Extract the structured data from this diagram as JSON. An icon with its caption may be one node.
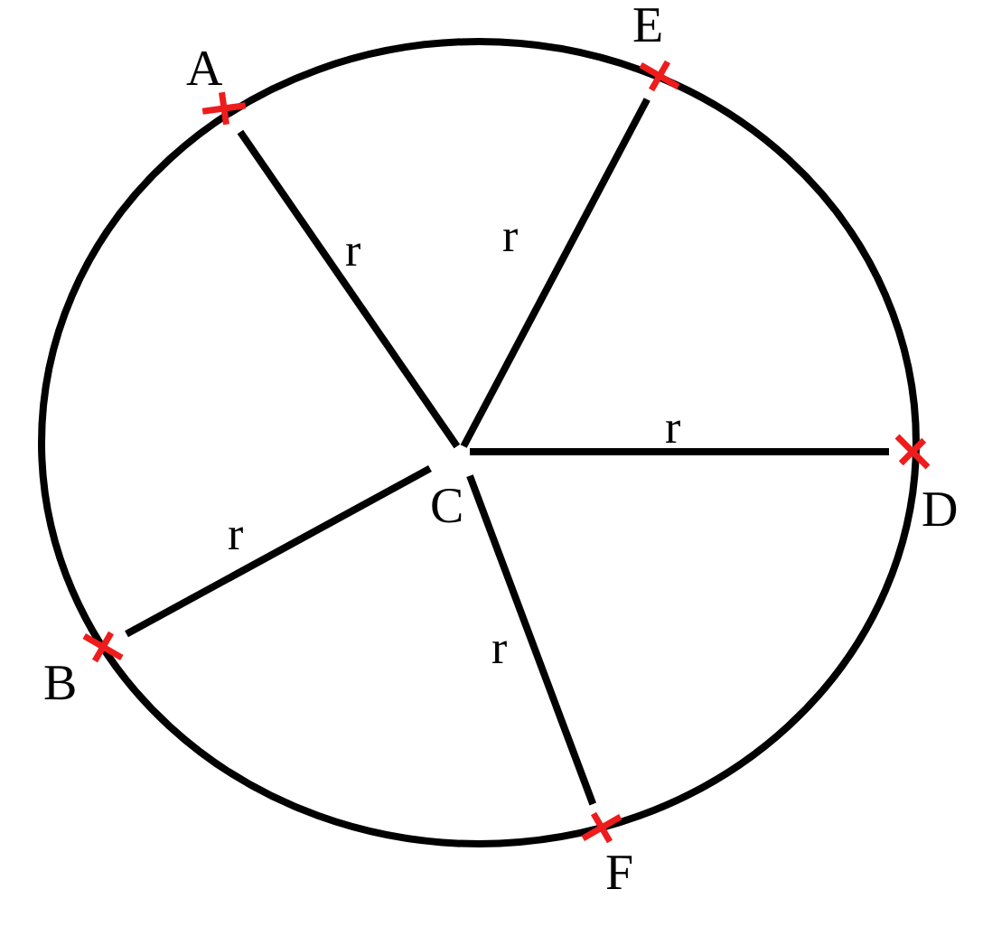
{
  "diagram": {
    "nodes": [
      {
        "text": [
          "C"
        ]
      },
      {
        "text": [
          "A"
        ]
      },
      {
        "text": [
          "E"
        ]
      },
      {
        "text": [
          "D"
        ]
      },
      {
        "text": [
          "F"
        ]
      },
      {
        "text": [
          "B"
        ]
      }
    ],
    "edges": [
      {
        "from": 0,
        "to": 1,
        "arrow": "none",
        "label": "r"
      },
      {
        "from": 0,
        "to": 2,
        "arrow": "none",
        "label": "r"
      },
      {
        "from": 0,
        "to": 3,
        "arrow": "none",
        "label": "r"
      },
      {
        "from": 0,
        "to": 4,
        "arrow": "none",
        "label": "r"
      },
      {
        "from": 0,
        "to": 5,
        "arrow": "none",
        "label": "r"
      }
    ]
  }
}
